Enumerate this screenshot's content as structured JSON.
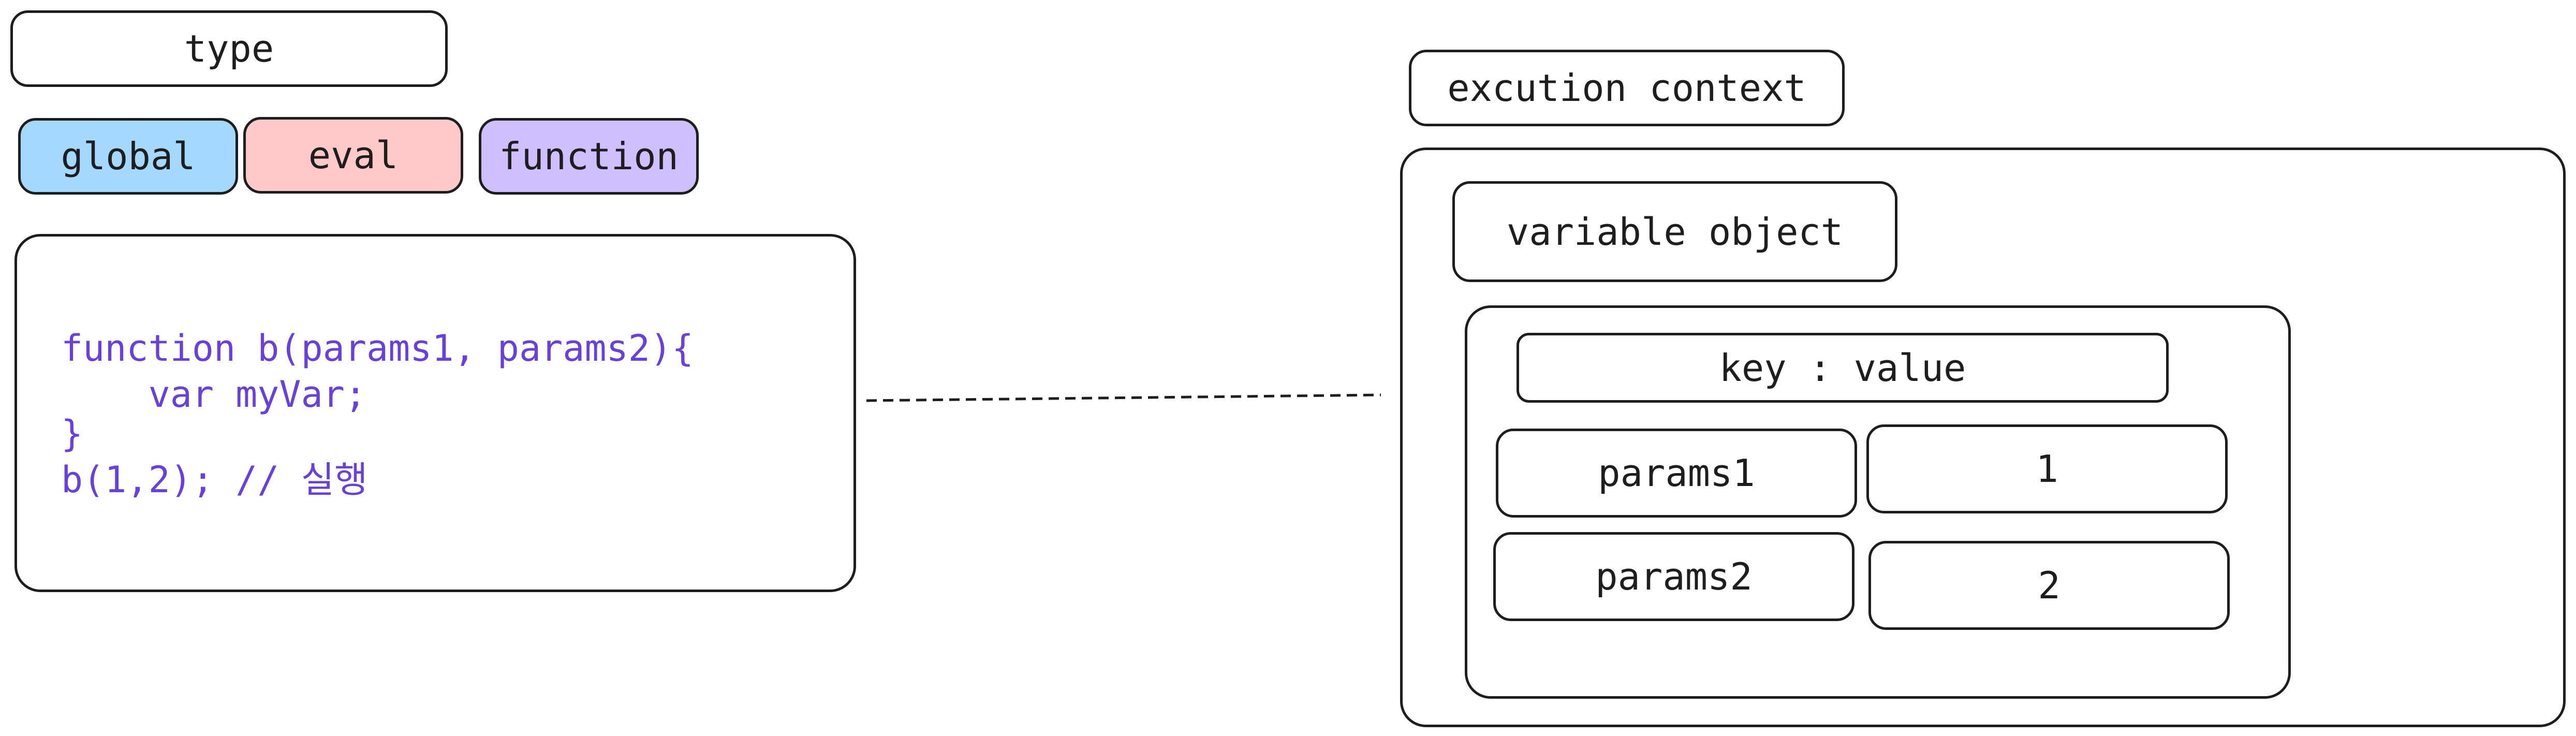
{
  "types": {
    "title": "type",
    "items": [
      {
        "label": "global",
        "color": "#a5d8ff"
      },
      {
        "label": "eval",
        "color": "#ffc9c9"
      },
      {
        "label": "function",
        "color": "#d0bfff"
      }
    ]
  },
  "code": {
    "color": "#6741d9",
    "lines": [
      "function b(params1, params2){",
      "    var myVar;",
      "}",
      "b(1,2); // 실행"
    ]
  },
  "context": {
    "title": "excution context",
    "vo_title": "variable object",
    "table_header": "key : value",
    "rows": [
      {
        "key": "params1",
        "value": "1"
      },
      {
        "key": "params2",
        "value": "2"
      }
    ]
  }
}
